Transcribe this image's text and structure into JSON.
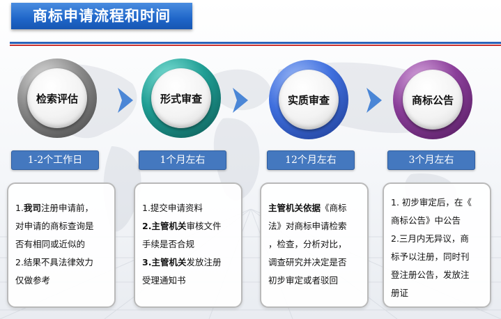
{
  "title": "商标申请流程和时间",
  "accent_colors": {
    "title_bar": "#1f66c9",
    "rule_blue": "#2b63b8",
    "rule_red": "#c9302c",
    "time_box": "#4478bf",
    "arrow": "#4a86d6"
  },
  "steps": [
    {
      "label": "检索评估",
      "time": "1-2个工作日",
      "lines": [
        {
          "parts": [
            {
              "text": "1.",
              "bold": false
            },
            {
              "text": "我司",
              "bold": true
            },
            {
              "text": "注册申请前，",
              "bold": false
            }
          ]
        },
        {
          "parts": [
            {
              "text": "对申请的商标查询是",
              "bold": false
            }
          ]
        },
        {
          "parts": [
            {
              "text": "否有相同或近似的",
              "bold": false
            }
          ]
        },
        {
          "parts": [
            {
              "text": "2.结果不具法律效力",
              "bold": false
            }
          ]
        },
        {
          "parts": [
            {
              "text": "仅做参考",
              "bold": false
            }
          ]
        }
      ]
    },
    {
      "label": "形式审查",
      "time": "1个月左右",
      "lines": [
        {
          "parts": [
            {
              "text": "1.提交申请资料",
              "bold": false
            }
          ]
        },
        {
          "parts": [
            {
              "text": "2.",
              "bold": true
            },
            {
              "text": "主管机关",
              "bold": true
            },
            {
              "text": "审核文件",
              "bold": false
            }
          ]
        },
        {
          "parts": [
            {
              "text": "手续是否合规",
              "bold": false
            }
          ]
        },
        {
          "parts": [
            {
              "text": "3.",
              "bold": true
            },
            {
              "text": "主管机关",
              "bold": true
            },
            {
              "text": "发放注册",
              "bold": false
            }
          ]
        },
        {
          "parts": [
            {
              "text": "受理通知书",
              "bold": false
            }
          ]
        }
      ]
    },
    {
      "label": "实质审查",
      "time": "12个月左右",
      "lines": [
        {
          "parts": [
            {
              "text": "主管机关依据",
              "bold": true
            },
            {
              "text": "《商标",
              "bold": false
            }
          ]
        },
        {
          "parts": [
            {
              "text": "法》对商标申请检索",
              "bold": false
            }
          ]
        },
        {
          "parts": [
            {
              "text": "，检查，分析对比，",
              "bold": false
            }
          ]
        },
        {
          "parts": [
            {
              "text": "调查研究并决定是否",
              "bold": false
            }
          ]
        },
        {
          "parts": [
            {
              "text": "初步审定或者驳回",
              "bold": false
            }
          ]
        }
      ]
    },
    {
      "label": "商标公告",
      "time": "3个月左右",
      "lines": [
        {
          "parts": [
            {
              "text": "1. 初步审定后，在《",
              "bold": false
            }
          ]
        },
        {
          "parts": [
            {
              "text": "商标公告》中公告",
              "bold": false
            }
          ]
        },
        {
          "parts": [
            {
              "text": "2.三月内无异议，商",
              "bold": false
            }
          ]
        },
        {
          "parts": [
            {
              "text": "标予以注册，同时刊",
              "bold": false
            }
          ]
        },
        {
          "parts": [
            {
              "text": "登注册公告，发放注",
              "bold": false
            }
          ]
        },
        {
          "parts": [
            {
              "text": "册证",
              "bold": false
            }
          ]
        }
      ]
    }
  ]
}
